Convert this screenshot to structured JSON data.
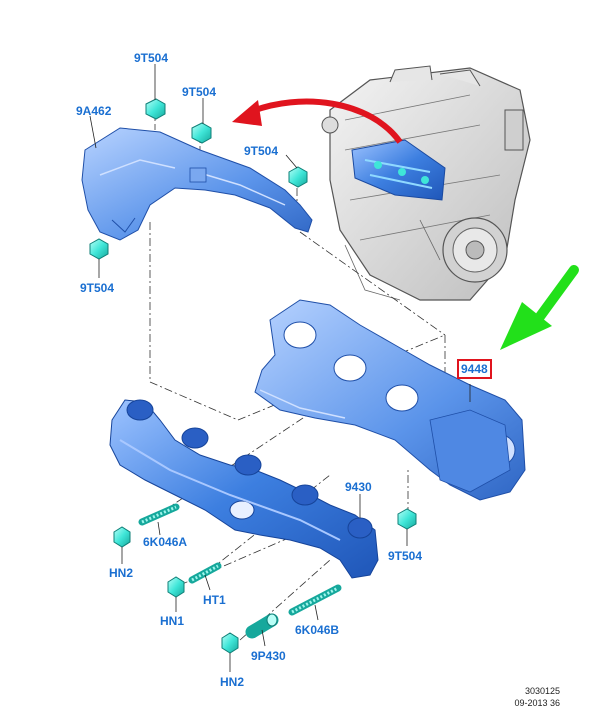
{
  "labels": {
    "nut_top_center": "9T504",
    "nut_top_right": "9T504",
    "nut_heat_shield_right": "9T504",
    "heat_shield": "9A462",
    "nut_heat_shield_left": "9T504",
    "gasket": "9448",
    "manifold": "9430",
    "nut_manifold_right": "9T504",
    "stud_left": "6K046A",
    "nut_left": "HN2",
    "stud_center": "HT1",
    "nut_center": "HN1",
    "stud_right": "6K046B",
    "spacer": "9P430",
    "nut_bottom": "HN2"
  },
  "reference": {
    "number": "3030125",
    "date_code": "09-2013 36"
  },
  "colors": {
    "part_blue": "#3d7fe0",
    "label_blue": "#1a6fd1",
    "highlight_red": "#e0141e",
    "arrow_red": "#e0141e",
    "arrow_green": "#22e01a",
    "nut_cyan": "#3fe6d8"
  }
}
